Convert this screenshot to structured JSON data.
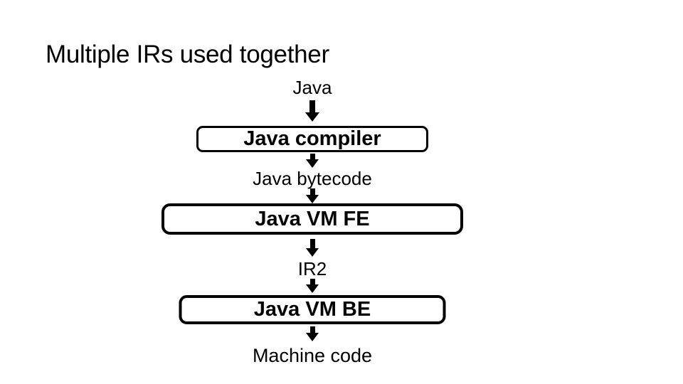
{
  "slide": {
    "title": "Multiple IRs used together",
    "background_color": "#ffffff",
    "ink_color": "#000000"
  },
  "diagram": {
    "arrow_icon": "down-arrow",
    "nodes": [
      {
        "kind": "label",
        "text": "Java"
      },
      {
        "kind": "box",
        "text": "Java compiler"
      },
      {
        "kind": "label",
        "text": "Java bytecode"
      },
      {
        "kind": "box",
        "text": "Java VM FE"
      },
      {
        "kind": "label",
        "text": "IR2"
      },
      {
        "kind": "box",
        "text": "Java VM BE"
      },
      {
        "kind": "label",
        "text": "Machine code"
      }
    ]
  }
}
